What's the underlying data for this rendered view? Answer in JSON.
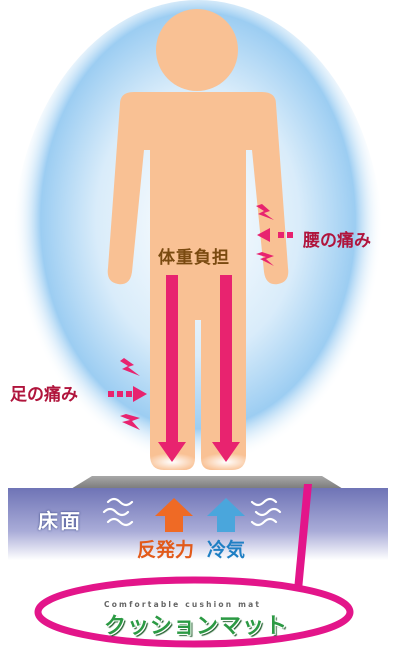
{
  "labels": {
    "load": "体重負担",
    "waist_pain": "腰の痛み",
    "foot_pain": "足の痛み",
    "floor": "床面",
    "rebound": "反発力",
    "cool": "冷気",
    "mat_subtitle": "Comfortable cushion mat",
    "mat_title": "クッションマット"
  },
  "colors": {
    "body": "#f9c194",
    "load_arrow": "#e8236f",
    "pain_arrow": "#e8236f",
    "rebound_arrow": "#ef6a25",
    "cool_arrow": "#4aa6dc",
    "floor": "#8e92c8",
    "mat_plate": "#8c8c8c",
    "highlight_ring": "#e3158a",
    "halo": "#8fc8f0"
  },
  "icons": [
    "human-figure",
    "down-arrow",
    "pain-arrow",
    "lightning-icon",
    "up-arrow",
    "wind-icon"
  ]
}
